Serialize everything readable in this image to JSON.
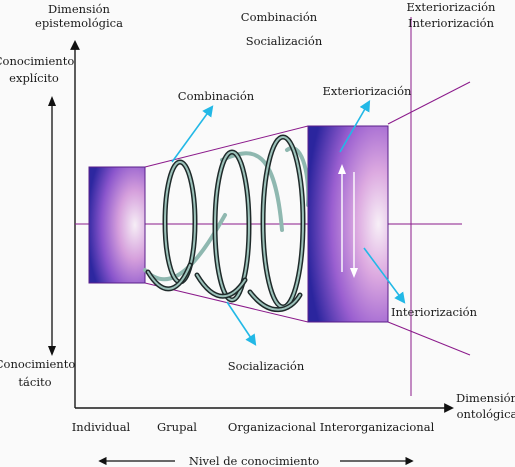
{
  "axes": {
    "y_title_line1": "Dimensión",
    "y_title_line2": "epistemológica",
    "x_title_line1": "Dimensión",
    "x_title_line2": "ontológica",
    "y_top_line1": "Conocimiento",
    "y_top_line2": "explícito",
    "y_bottom_line1": "Conocimiento",
    "y_bottom_line2": "tácito",
    "x_levels": [
      "Individual",
      "Grupal",
      "Organizacional",
      "Interorganizacional"
    ],
    "x_footer": "Nivel de conocimiento"
  },
  "header": {
    "center_line1": "Combinación",
    "center_line2": "Socialización",
    "right_line1": "Exteriorización",
    "right_line2": "Interiorización"
  },
  "callouts": {
    "combinacion": "Combinación",
    "socializacion": "Socialización",
    "exteriorizacion": "Exteriorización",
    "interiorizacion": "Interiorización"
  },
  "colors": {
    "axis": "#1a1a1a",
    "funnel_line": "#8b1a8b",
    "arrow_cyan": "#22b8e6",
    "spiral_dark": "#1f2a2a",
    "spiral_light": "#8fb8b0",
    "gradient_inner": "#f4e9f4",
    "gradient_mid": "#c77fd6",
    "gradient_outer": "#3a2fa8"
  }
}
